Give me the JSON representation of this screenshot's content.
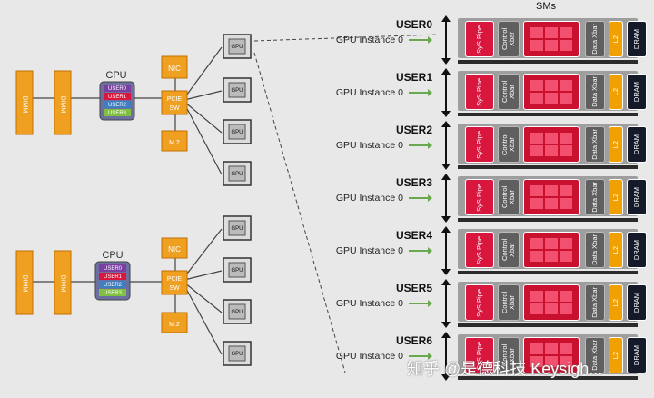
{
  "title_sms": "SMs",
  "server_block": {
    "cpu_label": "CPU",
    "dimm_label": "DIMM",
    "cpu_users": [
      "USER0",
      "USER1",
      "USER2",
      "USER3"
    ],
    "nic_label": "NIC",
    "pcie_label": "PCIE SW",
    "m2_label": "M.2",
    "gpu_label": "GPU"
  },
  "stacks": [
    {
      "user": "USER0",
      "instance": "GPU Instance 0"
    },
    {
      "user": "USER1",
      "instance": "GPU Instance 0"
    },
    {
      "user": "USER2",
      "instance": "GPU Instance 0"
    },
    {
      "user": "USER3",
      "instance": "GPU Instance 0"
    },
    {
      "user": "USER4",
      "instance": "GPU Instance 0"
    },
    {
      "user": "USER5",
      "instance": "GPU Instance 0"
    },
    {
      "user": "USER6",
      "instance": "GPU Instance 0"
    }
  ],
  "block_labels": {
    "sys_pipe": "SyS Pipe",
    "control_xbar": "Control Xbar",
    "data_xbar": "Data Xbar",
    "l2": "L2",
    "dram": "DRAM"
  },
  "watermark": "知乎 @是德科技 Keysigh..."
}
